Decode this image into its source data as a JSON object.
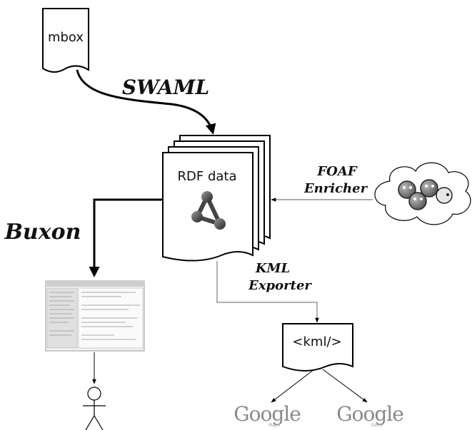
{
  "documents": {
    "mbox": "mbox",
    "rdf": "RDF data",
    "kml": "<kml/>"
  },
  "processes": {
    "swaml": "SWAML",
    "buxon": "Buxon",
    "foaf_line1": "FOAF",
    "foaf_line2": "Enricher",
    "kml_line1": "KML",
    "kml_line2": "Exporter"
  },
  "logos": {
    "maps_word": "Google",
    "maps_sub": "Maps",
    "earth_word": "Google",
    "earth_sub": "Earth"
  },
  "icons": {
    "rdf": "rdf-graph-icon",
    "foaf_cloud": "foaf-cloud-icon",
    "browser": "buxon-screenshot-icon",
    "user": "stick-figure-icon"
  }
}
